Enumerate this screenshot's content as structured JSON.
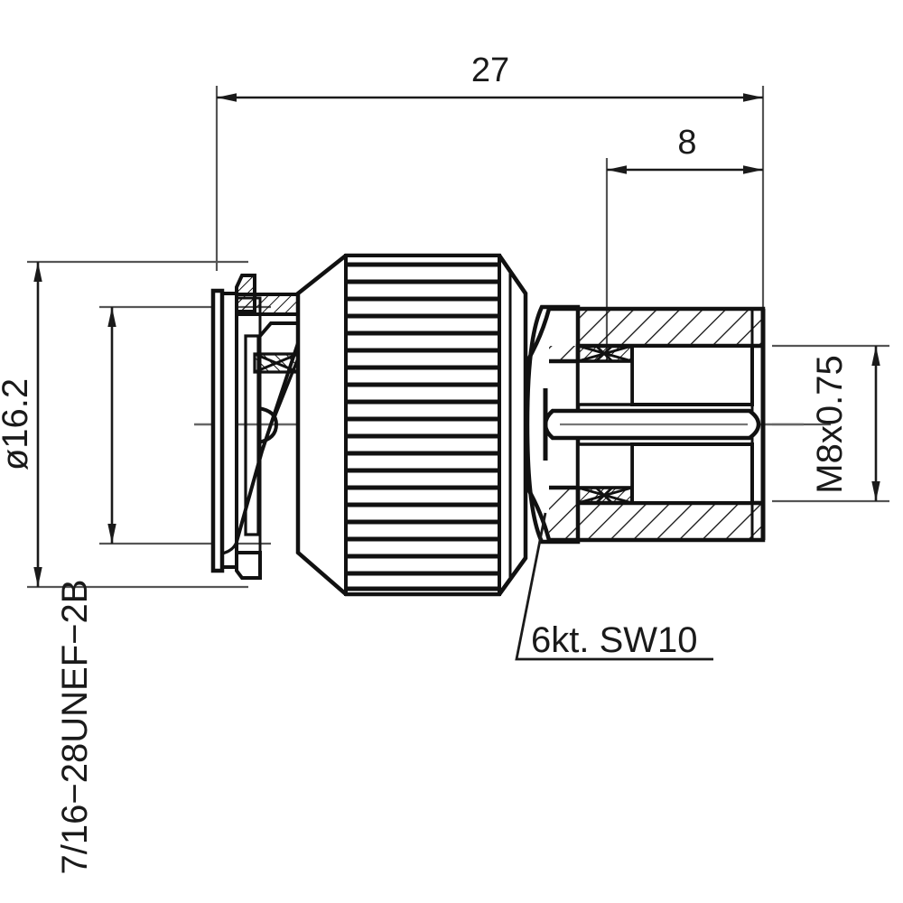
{
  "drawing": {
    "title": "Coaxial connector sectional assembly drawing",
    "view": "half-section side elevation",
    "units": "mm",
    "line_color": "#111111",
    "thin_line_color": "#555555",
    "background": "#ffffff"
  },
  "dimensions": {
    "overall_length": {
      "label": "27",
      "name": "overall-length-dimension",
      "orientation": "horizontal",
      "position": "top"
    },
    "thread_length": {
      "label": "8",
      "name": "thread-length-dimension",
      "orientation": "horizontal",
      "position": "top-right"
    },
    "outer_diameter": {
      "label": "ø16.2",
      "name": "outer-diameter-dimension",
      "orientation": "vertical",
      "position": "left"
    },
    "front_thread": {
      "label": "7/16−28UNEF−2B",
      "name": "front-thread-callout",
      "orientation": "vertical",
      "position": "far-left"
    },
    "rear_thread": {
      "label": "M8x0.75",
      "name": "rear-thread-callout",
      "orientation": "vertical",
      "position": "right"
    },
    "hex_callout": {
      "label": "6kt.  SW10",
      "name": "hex-size-callout",
      "orientation": "horizontal",
      "position": "bottom-center"
    }
  },
  "parts": [
    {
      "name": "coupling-nut-front",
      "description": "front coupling nut with internal 7/16-28UNEF-2B thread"
    },
    {
      "name": "knurled-body",
      "description": "knurled cylindrical body, 20 knurl grooves"
    },
    {
      "name": "hex-nut",
      "description": "hexagon nut across flats SW10"
    },
    {
      "name": "rear-threaded-shank",
      "description": "rear M8x0.75 threaded shank, sectioned with hatching"
    },
    {
      "name": "center-pin",
      "description": "central contact pin along axis"
    },
    {
      "name": "center-axis",
      "description": "horizontal dash-dot centre line"
    }
  ]
}
